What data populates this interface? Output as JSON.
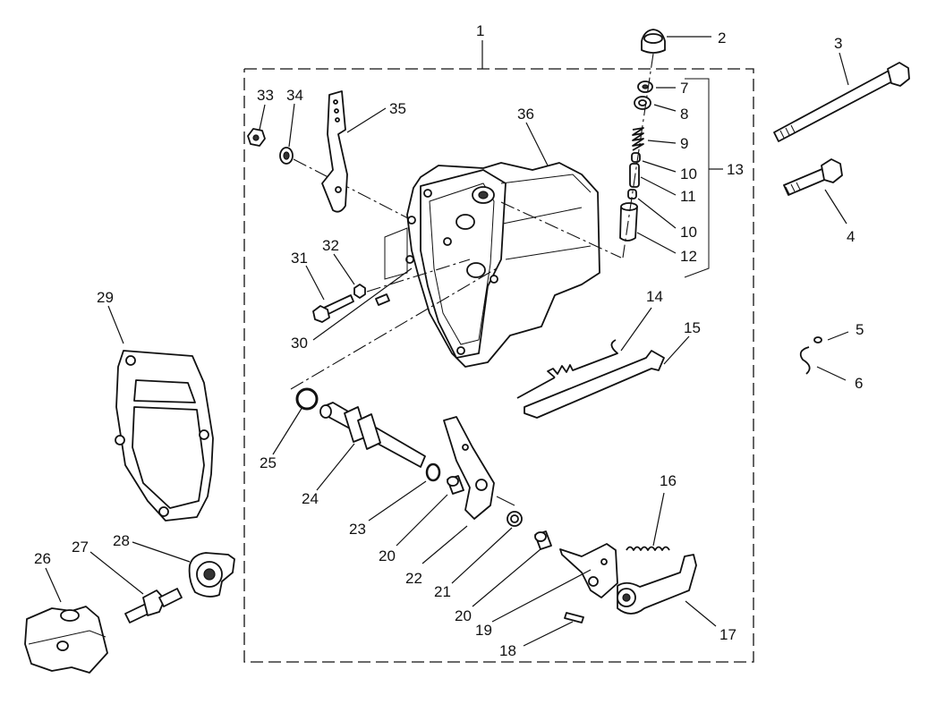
{
  "diagram": {
    "callouts": {
      "c1": "1",
      "c2": "2",
      "c3": "3",
      "c4": "4",
      "c5": "5",
      "c6": "6",
      "c7": "7",
      "c8": "8",
      "c9": "9",
      "c10a": "10",
      "c10b": "10",
      "c11": "11",
      "c12": "12",
      "c13": "13",
      "c14": "14",
      "c15": "15",
      "c16": "16",
      "c17": "17",
      "c18": "18",
      "c19": "19",
      "c20a": "20",
      "c20b": "20",
      "c21": "21",
      "c22": "22",
      "c23": "23",
      "c24": "24",
      "c25": "25",
      "c26": "26",
      "c27": "27",
      "c28": "28",
      "c29": "29",
      "c30": "30",
      "c31": "31",
      "c32": "32",
      "c33": "33",
      "c34": "34",
      "c35": "35",
      "c36": "36"
    }
  }
}
